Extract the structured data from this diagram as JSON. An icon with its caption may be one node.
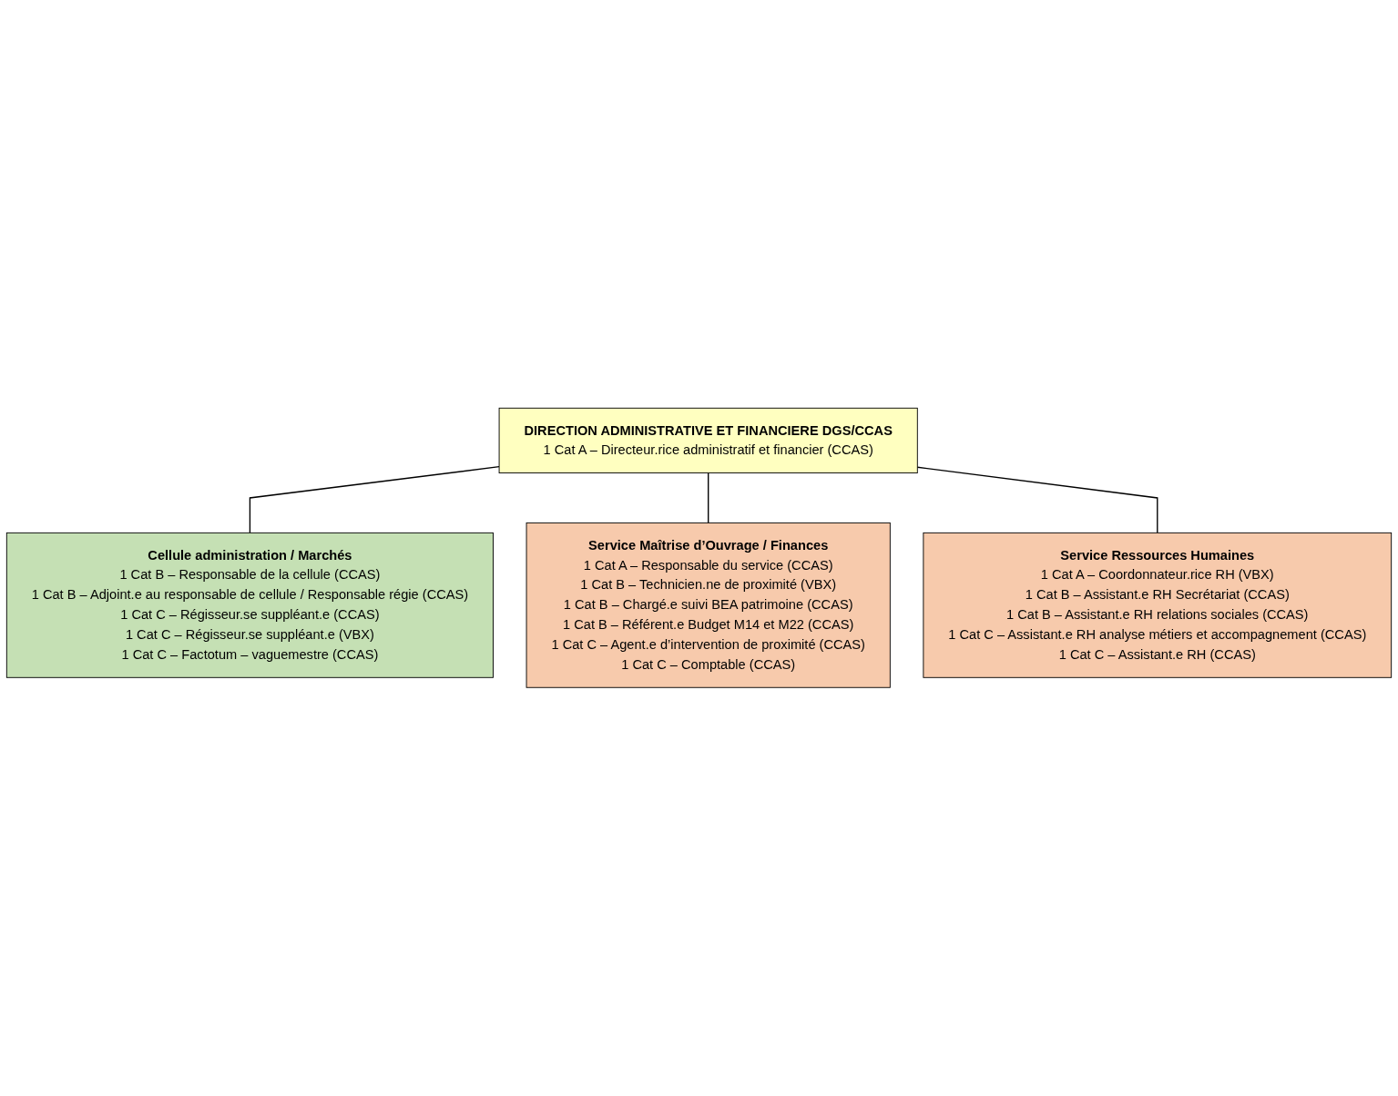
{
  "diagram": {
    "nodes": [
      {
        "text": [
          "DIRECTION ADMINISTRATIVE ET FINANCIERE DGS/CCAS",
          "1 Cat A – Directeur.rice administratif et financier (CCAS)"
        ]
      },
      {
        "text": [
          "Service Maîtrise d’Ouvrage / Finances",
          "1 Cat A – Responsable du service (CCAS)",
          "1 Cat B – Technicien.ne de proximité (VBX)",
          "1 Cat B – Chargé.e suivi BEA patrimoine (CCAS)",
          "1 Cat B – Référent.e Budget M14 et M22 (CCAS)",
          "1 Cat C – Agent.e d’intervention de proximité (CCAS)",
          "1 Cat C – Comptable (CCAS)"
        ]
      },
      {
        "text": [
          "Service Ressources Humaines",
          "1 Cat A – Coordonnateur.rice RH (VBX)",
          "1 Cat B – Assistant.e RH Secrétariat (CCAS)",
          "1 Cat B – Assistant.e RH relations sociales (CCAS)",
          "1 Cat C – Assistant.e RH analyse métiers et accompagnement (CCAS)",
          "1 Cat C – Assistant.e RH (CCAS)"
        ]
      },
      {
        "text": [
          "Cellule administration / Marchés",
          "1 Cat B – Responsable de la cellule (CCAS)",
          "1 Cat B – Adjoint.e au responsable de cellule / Responsable régie (CCAS)",
          "1 Cat C – Régisseur.se suppléant.e (CCAS)",
          "1 Cat C – Régisseur.se suppléant.e (VBX)",
          "1 Cat C – Factotum – vaguemestre (CCAS)"
        ]
      }
    ],
    "edges": [
      {
        "from": 0,
        "to": 3,
        "arrow": "none"
      },
      {
        "from": 0,
        "to": 1,
        "arrow": "none"
      },
      {
        "from": 0,
        "to": 2,
        "arrow": "none"
      }
    ]
  }
}
